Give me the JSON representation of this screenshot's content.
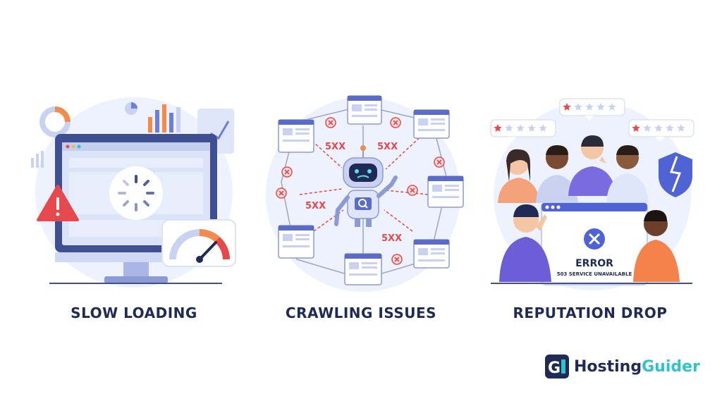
{
  "panels": [
    {
      "caption": "SLOW LOADING"
    },
    {
      "caption": "CRAWLING ISSUES",
      "error_codes": [
        "5XX",
        "5XX",
        "5XX",
        "5XX"
      ]
    },
    {
      "caption": "REPUTATION DROP",
      "error_title": "ERROR",
      "error_message": "503 SERVICE UNAVAILABLE",
      "rating_stars": 1,
      "rating_max": 5
    }
  ],
  "brand": {
    "name_part1": "Hosting",
    "name_part2": "Guider",
    "logo_letter": "G"
  },
  "colors": {
    "navy": "#1f2a56",
    "teal": "#2ec4c9",
    "error_red": "#e5484d",
    "purple": "#6d5ed8",
    "soft_blue": "#e8edfb"
  }
}
